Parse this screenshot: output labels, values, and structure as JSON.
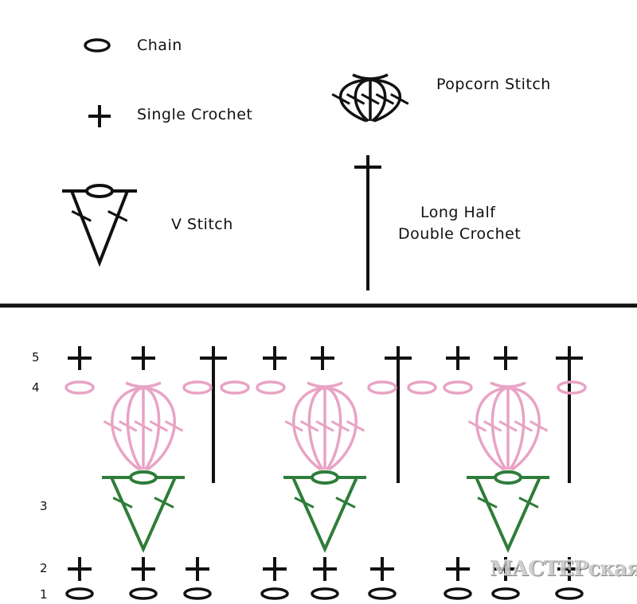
{
  "legend": {
    "chain": "Chain",
    "single_crochet": "Single Crochet",
    "v_stitch": "V Stitch",
    "popcorn": "Popcorn Stitch",
    "long_hdc_line1": "Long Half",
    "long_hdc_line2": "Double Crochet"
  },
  "rows": [
    "5",
    "4",
    "3",
    "2",
    "1"
  ],
  "colors": {
    "ink": "#111111",
    "pink": "#e9a3c4",
    "green": "#2e7d3a"
  },
  "watermark": "МАСТЕРская"
}
